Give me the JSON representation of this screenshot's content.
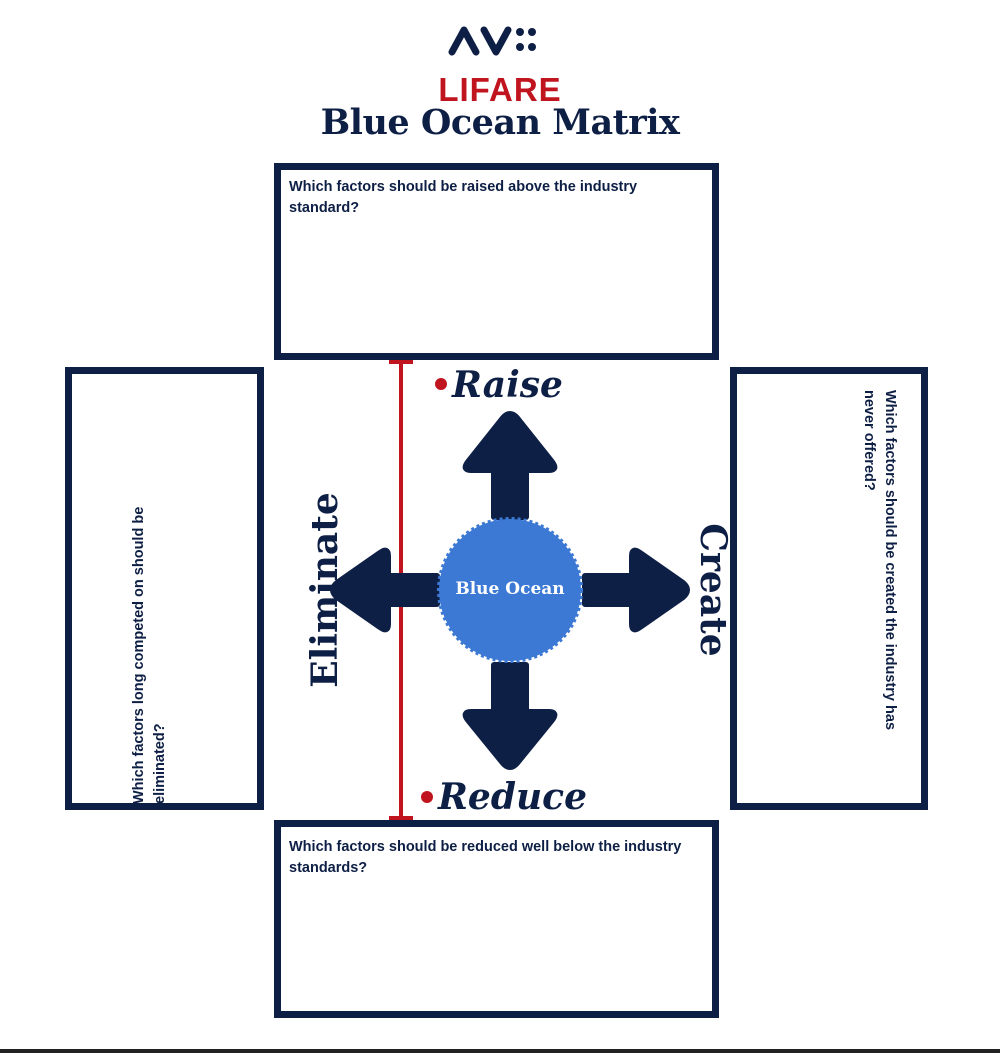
{
  "brand": {
    "logo_word": "LIFARE",
    "logo_mark": "av-logo-mark"
  },
  "title": "Blue Ocean Matrix",
  "boxes": {
    "top": "Which factors should be raised above the industry standard?",
    "bottom": "Which factors should be reduced well below the industry standards?",
    "left": "Which factors long competed on should be eliminated?",
    "right": "Which factors should be created the industry has never offered?"
  },
  "actions": {
    "raise": "Raise",
    "reduce": "Reduce",
    "eliminate": "Eliminate",
    "create": "Create"
  },
  "center": "Blue Ocean",
  "colors": {
    "navy": "#0e1f45",
    "brand_red": "#c0141f",
    "center_blue": "#3c79d4"
  },
  "icons": [
    "arrow-up-icon",
    "arrow-down-icon",
    "arrow-left-icon",
    "arrow-right-icon",
    "red-dot-bullet"
  ]
}
